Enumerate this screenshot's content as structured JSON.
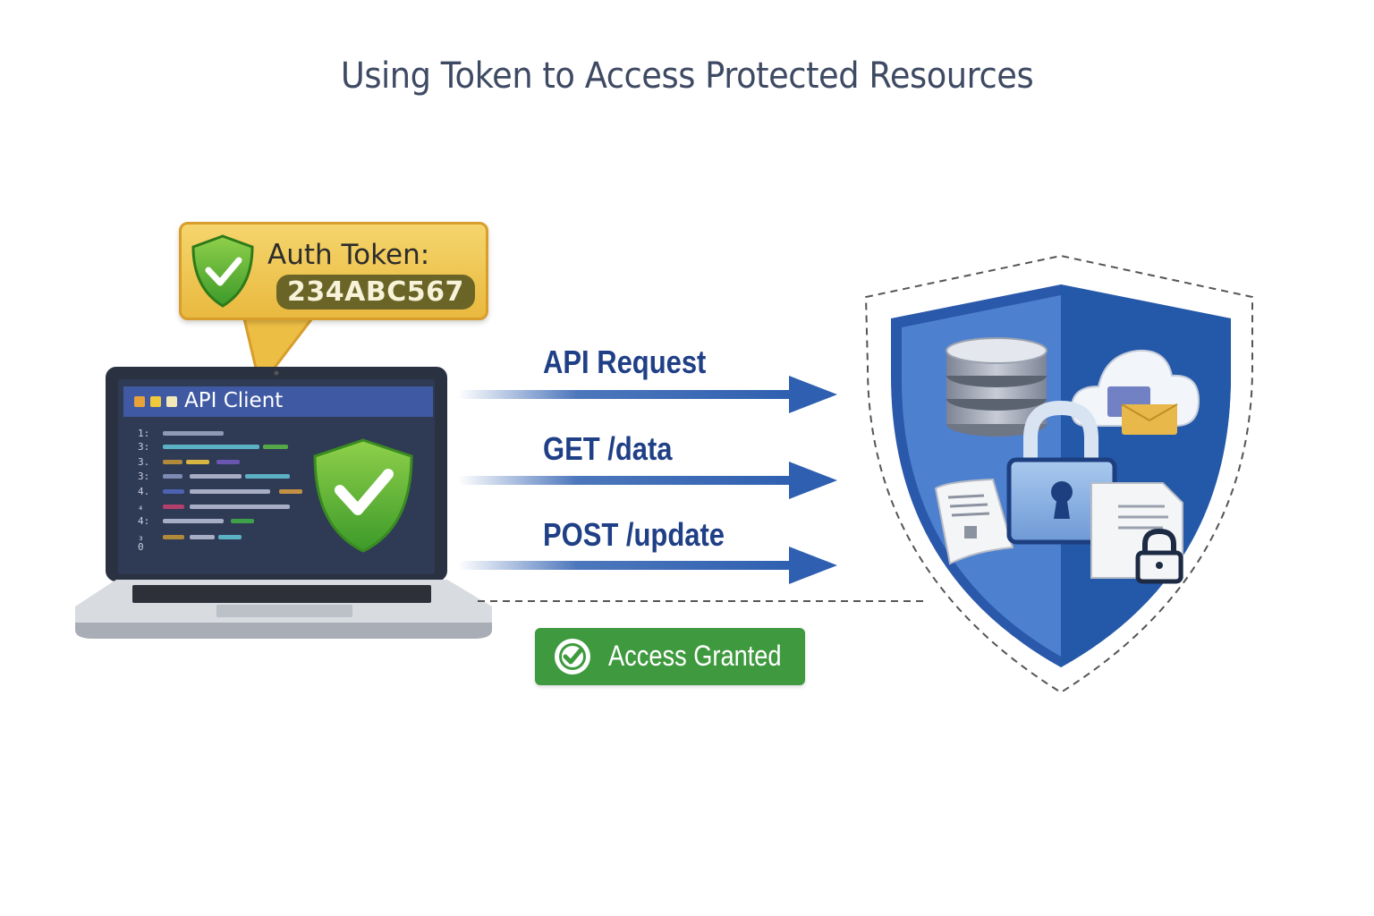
{
  "title": "Using Token to Access Protected Resources",
  "token": {
    "label": "Auth Token:",
    "value": "234ABC567"
  },
  "client": {
    "title": "API Client",
    "line_numbers": [
      "1:",
      "3:",
      "3.",
      "3:",
      "4.",
      "₄",
      "4:",
      "₃",
      "0"
    ]
  },
  "requests": [
    "API Request",
    "GET /data",
    "POST /update"
  ],
  "status": {
    "label": "Access Granted",
    "color": "#3f9a3f"
  },
  "colors": {
    "title": "#3e4a63",
    "arrow": "#2e5fb0",
    "shield_dark": "#2a58ab",
    "shield_light": "#4d80cf",
    "token_gold": "#e9b93f",
    "check_green": "#5fb22f"
  },
  "icons": {
    "token_badge": "shield-check-icon",
    "screen_badge": "shield-check-icon",
    "server": "database-icon",
    "cloud": "cloud-folder-icon",
    "lock": "padlock-icon",
    "doc": "document-icon",
    "locked_doc": "locked-document-icon"
  }
}
